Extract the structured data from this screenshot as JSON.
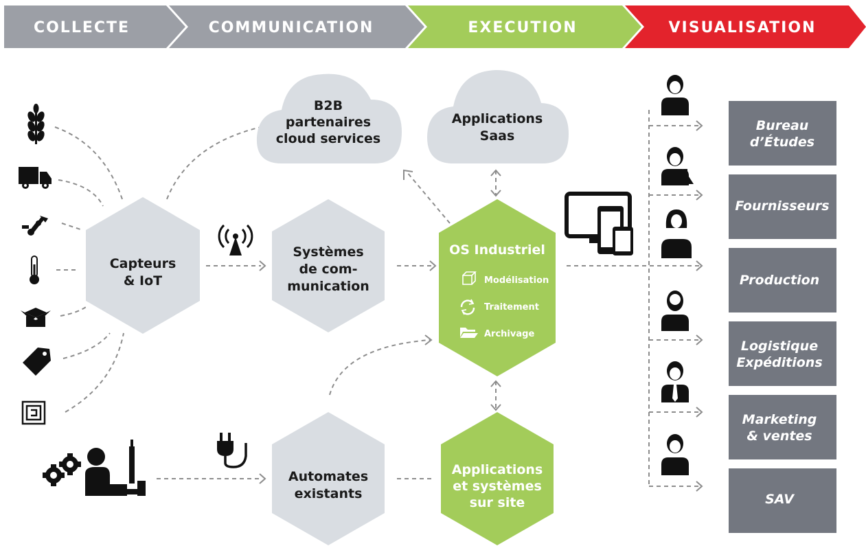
{
  "stages": [
    {
      "label": "COLLECTE",
      "color": "#9c9fa6"
    },
    {
      "label": "COMMUNICATION",
      "color": "#9c9fa6"
    },
    {
      "label": "EXECUTION",
      "color": "#a3cc5a"
    },
    {
      "label": "VISUALISATION",
      "color": "#e3232c"
    }
  ],
  "clouds": {
    "b2b": {
      "line1": "B2B",
      "line2": "partenaires",
      "line3": "cloud services"
    },
    "saas": {
      "line1": "Applications",
      "line2": "Saas"
    }
  },
  "nodes": {
    "capteurs": {
      "line1": "Capteurs",
      "line2": "& IoT"
    },
    "systemes": {
      "line1": "Systèmes",
      "line2": "de com-",
      "line3": "munication"
    },
    "os": {
      "title": "OS Industriel",
      "items": [
        "Modélisation",
        "Traitement",
        "Archivage"
      ]
    },
    "automates": {
      "line1": "Automates",
      "line2": "existants"
    },
    "applications": {
      "line1": "Applications",
      "line2": "et systèmes",
      "line3": "sur site"
    }
  },
  "collect_icons": [
    "wheat-icon",
    "truck-icon",
    "robot-arm-icon",
    "thermometer-icon",
    "box-icon",
    "tag-icon",
    "rfid-chip-icon"
  ],
  "departments": [
    {
      "line1": "Bureau",
      "line2": "d’Études"
    },
    {
      "line1": "Fournisseurs",
      "line2": ""
    },
    {
      "line1": "Production",
      "line2": ""
    },
    {
      "line1": "Logistique",
      "line2": "Expéditions"
    },
    {
      "line1": "Marketing",
      "line2": "& ventes"
    },
    {
      "line1": "SAV",
      "line2": ""
    }
  ],
  "colors": {
    "gray_node": "#d9dde2",
    "green_node": "#a3cc5a",
    "dept_box": "#737780",
    "cloud": "#d9dde2"
  }
}
